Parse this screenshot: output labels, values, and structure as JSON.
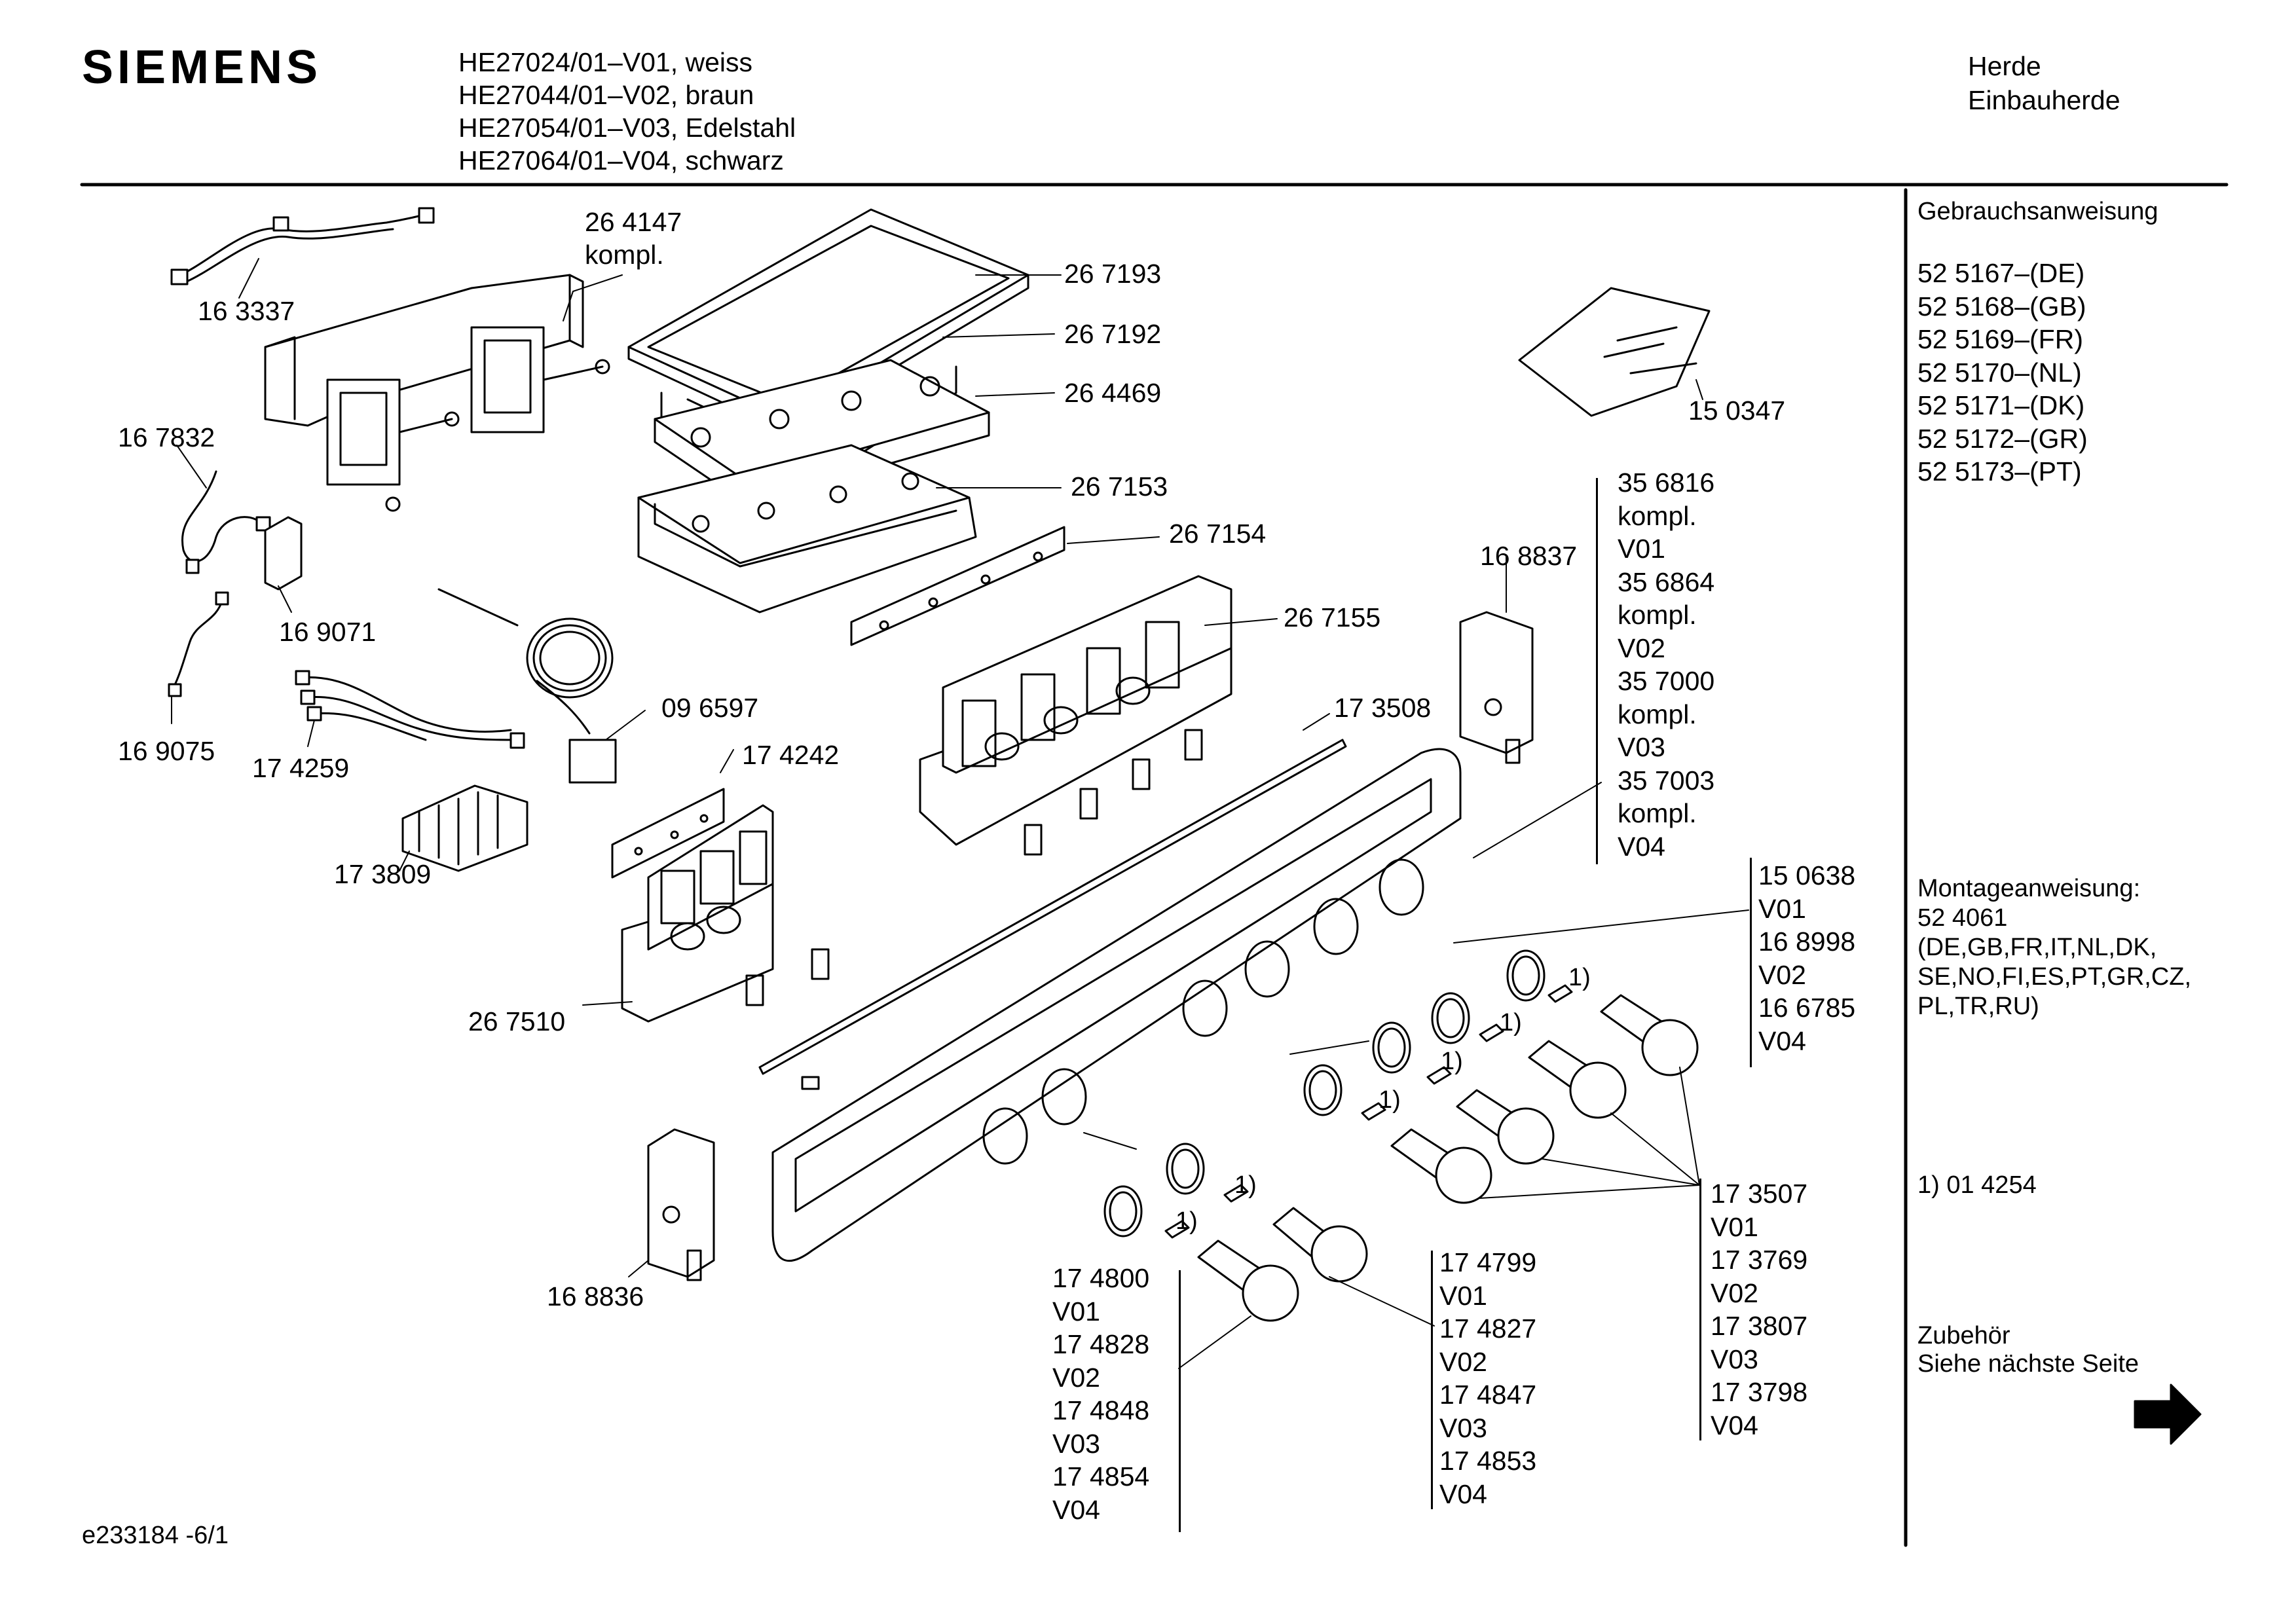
{
  "header": {
    "brand": "SIEMENS",
    "models": [
      "HE27024/01–V01, weiss",
      "HE27044/01–V02, braun",
      "HE27054/01–V03, Edelstahl",
      "HE27064/01–V04, schwarz"
    ],
    "category": "Herde",
    "subcategory": "Einbauherde"
  },
  "sidebar": {
    "manual_title": "Gebrauchsanweisung",
    "manual_numbers": [
      "52 5167–(DE)",
      "52 5168–(GB)",
      "52 5169–(FR)",
      "52 5170–(NL)",
      "52 5171–(DK)",
      "52 5172–(GR)",
      "52 5173–(PT)"
    ],
    "install_title": "Montageanweisung:",
    "install_lines": [
      "52 4061",
      "(DE,GB,FR,IT,NL,DK,",
      "SE,NO,FI,ES,PT,GR,CZ,",
      "PL,TR,RU)"
    ],
    "footnote": "1)  01 4254",
    "accessory_title": "Zubehör",
    "accessory_note": "Siehe nächste Seite"
  },
  "parts": {
    "p163337": "16 3337",
    "p264147": "26 4147",
    "p264147b": "kompl.",
    "p267193": "26 7193",
    "p267192": "26 7192",
    "p264469": "26 4469",
    "p167832": "16 7832",
    "p267153": "26 7153",
    "p267154": "26 7154",
    "p169071": "16 9071",
    "p267155": "26 7155",
    "p150347": "15 0347",
    "p168837": "16 8837",
    "p169075": "16 9075",
    "p174259": "17 4259",
    "p096597": "09 6597",
    "p173508": "17 3508",
    "p174242": "17 4242",
    "p173809": "17 3809",
    "p267510": "26 7510",
    "p168836": "16 8836",
    "fn1": "1)",
    "fn2": "1)",
    "fn3": "1)",
    "fn4": "1)",
    "fn5": "1)",
    "fn6": "1)"
  },
  "stacks": {
    "s356816": [
      "35 6816",
      "kompl.",
      "V01",
      "35 6864",
      "kompl.",
      "V02",
      "35 7000",
      "kompl.",
      "V03",
      "35 7003",
      "kompl.",
      "V04"
    ],
    "s150638": [
      "15 0638",
      "V01",
      "16 8998",
      "V02",
      "16 6785",
      "V04"
    ],
    "s173507": [
      "17 3507",
      "V01",
      "17 3769",
      "V02",
      "17 3807",
      "V03",
      "17 3798",
      "V04"
    ],
    "s174799": [
      "17 4799",
      "V01",
      "17 4827",
      "V02",
      "17 4847",
      "V03",
      "17 4853",
      "V04"
    ],
    "s174800": [
      "17 4800",
      "V01",
      "17 4828",
      "V02",
      "17 4848",
      "V03",
      "17 4854",
      "V04"
    ]
  },
  "footer": {
    "drawing_id": "e233184 -6/1"
  }
}
